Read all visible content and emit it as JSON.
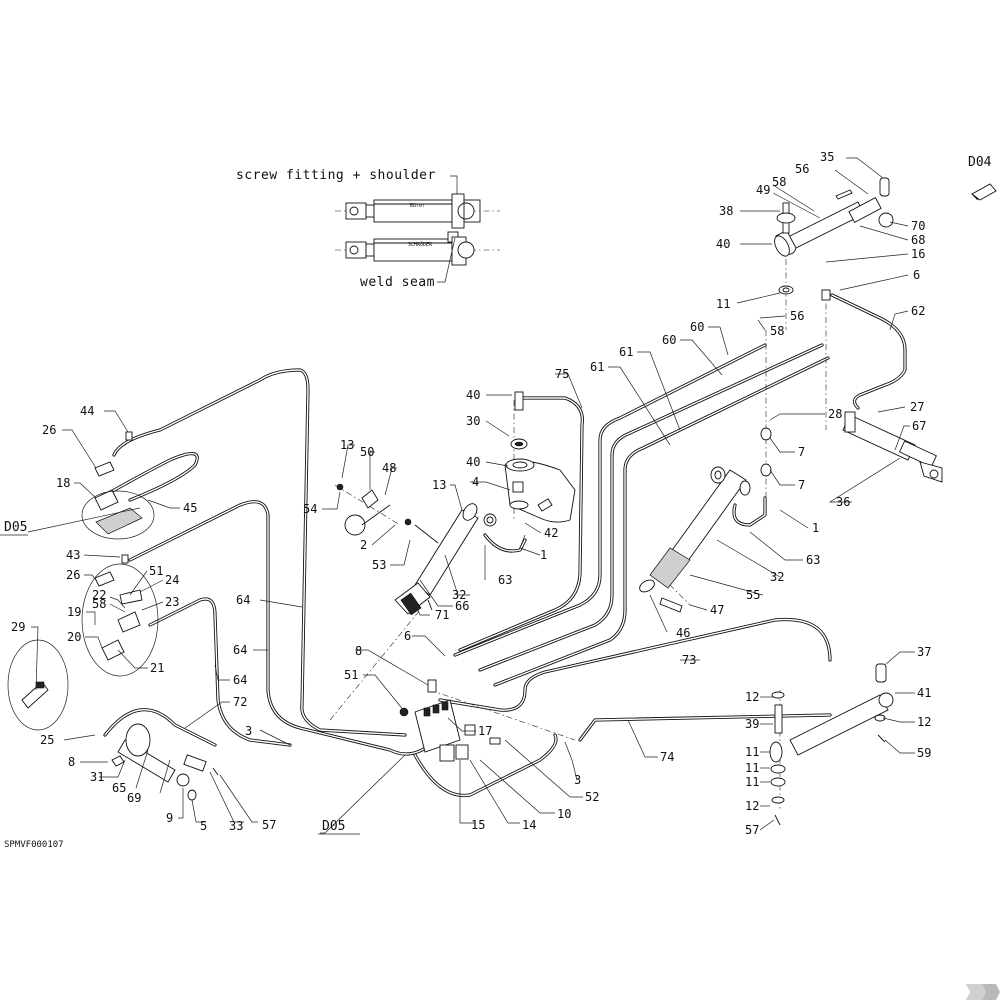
{
  "inset": {
    "top_caption": "screw fitting + shoulder",
    "bottom_caption": "weld seam",
    "upper_cylinder_mark": "Bürer",
    "lower_cylinder_mark": "SCHRÖDER"
  },
  "refs": {
    "d04": "D04",
    "d05_left": "D05",
    "d05_bottom": "D05"
  },
  "drawing_code": "SPMVF000107",
  "labels": [
    {
      "id": "35",
      "text": "35"
    },
    {
      "id": "56a",
      "text": "56"
    },
    {
      "id": "58a",
      "text": "58"
    },
    {
      "id": "49",
      "text": "49"
    },
    {
      "id": "38",
      "text": "38"
    },
    {
      "id": "70",
      "text": "70"
    },
    {
      "id": "68",
      "text": "68"
    },
    {
      "id": "40a",
      "text": "40"
    },
    {
      "id": "16",
      "text": "16"
    },
    {
      "id": "6a",
      "text": "6"
    },
    {
      "id": "11a",
      "text": "11"
    },
    {
      "id": "56b",
      "text": "56"
    },
    {
      "id": "62",
      "text": "62"
    },
    {
      "id": "58b",
      "text": "58"
    },
    {
      "id": "60a",
      "text": "60"
    },
    {
      "id": "60b",
      "text": "60"
    },
    {
      "id": "61a",
      "text": "61"
    },
    {
      "id": "61b",
      "text": "61"
    },
    {
      "id": "75",
      "text": "75"
    },
    {
      "id": "40b",
      "text": "40"
    },
    {
      "id": "28",
      "text": "28"
    },
    {
      "id": "27",
      "text": "27"
    },
    {
      "id": "67",
      "text": "67"
    },
    {
      "id": "30",
      "text": "30"
    },
    {
      "id": "7a",
      "text": "7"
    },
    {
      "id": "7b",
      "text": "7"
    },
    {
      "id": "36",
      "text": "36"
    },
    {
      "id": "40c",
      "text": "40"
    },
    {
      "id": "13a",
      "text": "13"
    },
    {
      "id": "50",
      "text": "50"
    },
    {
      "id": "48",
      "text": "48"
    },
    {
      "id": "4",
      "text": "4"
    },
    {
      "id": "13b",
      "text": "13"
    },
    {
      "id": "1a",
      "text": "1"
    },
    {
      "id": "1b",
      "text": "1"
    },
    {
      "id": "42",
      "text": "42"
    },
    {
      "id": "54",
      "text": "54"
    },
    {
      "id": "2",
      "text": "2"
    },
    {
      "id": "53",
      "text": "53"
    },
    {
      "id": "63a",
      "text": "63"
    },
    {
      "id": "63b",
      "text": "63"
    },
    {
      "id": "32a",
      "text": "32"
    },
    {
      "id": "32b",
      "text": "32"
    },
    {
      "id": "66",
      "text": "66"
    },
    {
      "id": "71",
      "text": "71"
    },
    {
      "id": "55",
      "text": "55"
    },
    {
      "id": "46",
      "text": "46"
    },
    {
      "id": "47",
      "text": "47"
    },
    {
      "id": "44",
      "text": "44"
    },
    {
      "id": "26a",
      "text": "26"
    },
    {
      "id": "18",
      "text": "18"
    },
    {
      "id": "45",
      "text": "45"
    },
    {
      "id": "43",
      "text": "43"
    },
    {
      "id": "26b",
      "text": "26"
    },
    {
      "id": "51a",
      "text": "51"
    },
    {
      "id": "24",
      "text": "24"
    },
    {
      "id": "22",
      "text": "22"
    },
    {
      "id": "58c",
      "text": "58"
    },
    {
      "id": "23",
      "text": "23"
    },
    {
      "id": "19",
      "text": "19"
    },
    {
      "id": "20",
      "text": "20"
    },
    {
      "id": "21",
      "text": "21"
    },
    {
      "id": "29",
      "text": "29"
    },
    {
      "id": "64a",
      "text": "64"
    },
    {
      "id": "64b",
      "text": "64"
    },
    {
      "id": "64c",
      "text": "64"
    },
    {
      "id": "72",
      "text": "72"
    },
    {
      "id": "25",
      "text": "25"
    },
    {
      "id": "8a",
      "text": "8"
    },
    {
      "id": "31",
      "text": "31"
    },
    {
      "id": "65",
      "text": "65"
    },
    {
      "id": "69",
      "text": "69"
    },
    {
      "id": "9",
      "text": "9"
    },
    {
      "id": "5",
      "text": "5"
    },
    {
      "id": "33",
      "text": "33"
    },
    {
      "id": "57a",
      "text": "57"
    },
    {
      "id": "3a",
      "text": "3"
    },
    {
      "id": "6b",
      "text": "6"
    },
    {
      "id": "8b",
      "text": "8"
    },
    {
      "id": "51b",
      "text": "51"
    },
    {
      "id": "17",
      "text": "17"
    },
    {
      "id": "15",
      "text": "15"
    },
    {
      "id": "14",
      "text": "14"
    },
    {
      "id": "10",
      "text": "10"
    },
    {
      "id": "52",
      "text": "52"
    },
    {
      "id": "3b",
      "text": "3"
    },
    {
      "id": "73",
      "text": "73"
    },
    {
      "id": "74",
      "text": "74"
    },
    {
      "id": "37",
      "text": "37"
    },
    {
      "id": "41",
      "text": "41"
    },
    {
      "id": "12a",
      "text": "12"
    },
    {
      "id": "12b",
      "text": "12"
    },
    {
      "id": "39",
      "text": "39"
    },
    {
      "id": "11b",
      "text": "11"
    },
    {
      "id": "11c",
      "text": "11"
    },
    {
      "id": "11d",
      "text": "11"
    },
    {
      "id": "12c",
      "text": "12"
    },
    {
      "id": "59",
      "text": "59"
    },
    {
      "id": "57b",
      "text": "57"
    }
  ]
}
